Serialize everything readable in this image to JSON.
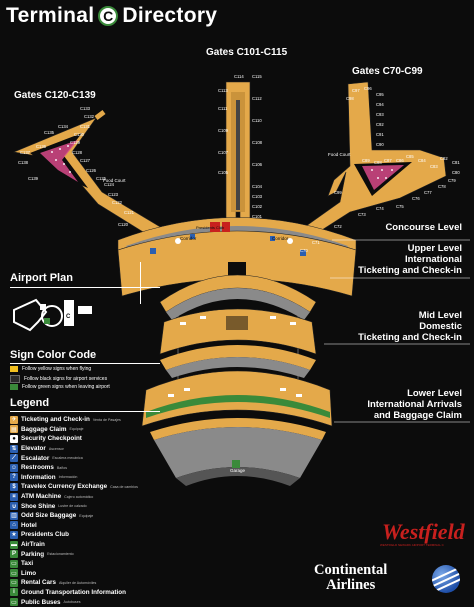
{
  "title": {
    "prefix": "Terminal",
    "badge": "C",
    "suffix": "Directory"
  },
  "colors": {
    "background": "#0c0c0c",
    "terminal": "#e4a94a",
    "gray_area": "#8a8a8a",
    "pink": "#d84a8a",
    "green": "#3a8a3a"
  },
  "gate_groups": [
    {
      "label": "Gates C120-C139"
    },
    {
      "label": "Gates C101-C115"
    },
    {
      "label": "Gates C70-C99"
    }
  ],
  "map_labels": {
    "food_court_left": "Food Court",
    "food_court_right": "Food Court",
    "presidents_club": "Presidents Club",
    "corridor_left": "Corridor",
    "corridor_right": "Corridor",
    "garage": "Garage"
  },
  "gates": {
    "c120": [
      "C120",
      "C121",
      "C122",
      "C123",
      "C124",
      "C125",
      "C126",
      "C127",
      "C128",
      "C129",
      "C130",
      "C131",
      "C132",
      "C133",
      "C134",
      "C135",
      "C136",
      "C137",
      "C138",
      "C139"
    ],
    "c101": [
      "C101",
      "C102",
      "C103",
      "C104",
      "C105",
      "C106",
      "C107",
      "C108",
      "C109",
      "C110",
      "C111",
      "C112",
      "C113",
      "C114",
      "C115"
    ],
    "c70": [
      "C70",
      "C71",
      "C72",
      "C73",
      "C74",
      "C75",
      "C76",
      "C77",
      "C78",
      "C79",
      "C80",
      "C81",
      "C82",
      "C83",
      "C84",
      "C85",
      "C86",
      "C87",
      "C88",
      "C89",
      "C90",
      "C91",
      "C92",
      "C93",
      "C94",
      "C95",
      "C96",
      "C97",
      "C98",
      "C99"
    ]
  },
  "levels": [
    {
      "lines": [
        "Concourse Level"
      ]
    },
    {
      "lines": [
        "Upper Level",
        "International",
        "Ticketing and Check-in"
      ]
    },
    {
      "lines": [
        "Mid Level",
        "Domestic",
        "Ticketing and Check-in"
      ]
    },
    {
      "lines": [
        "Lower Level",
        "International Arrivals",
        "and Baggage Claim"
      ]
    }
  ],
  "airport_plan": {
    "title": "Airport Plan"
  },
  "sign_color_code": {
    "title": "Sign Color Code",
    "items": [
      {
        "label": "Follow yellow signs when flying",
        "color": "#f2c020"
      },
      {
        "label": "Follow black signs for airport services",
        "color": "#2a2a2a"
      },
      {
        "label": "Follow green signs when leaving airport",
        "color": "#3a8a3a"
      }
    ]
  },
  "legend": {
    "title": "Legend",
    "items": [
      {
        "label": "Ticketing and Check-in",
        "sub": "Venta de Pasajes",
        "icon": "ticket-icon",
        "glyph": "✈",
        "color": "#e4a94a"
      },
      {
        "label": "Baggage Claim",
        "sub": "Equipaje",
        "icon": "baggage-claim-icon",
        "glyph": "▤",
        "color": "#e4a94a"
      },
      {
        "label": "Security Checkpoint",
        "sub": "",
        "icon": "security-icon",
        "glyph": "●",
        "color": "#ffffff"
      },
      {
        "label": "Elevator",
        "sub": "Ascensor",
        "icon": "elevator-icon",
        "glyph": "⇅",
        "color": "#2b5fb0"
      },
      {
        "label": "Escalator",
        "sub": "Escalera mecánica",
        "icon": "escalator-icon",
        "glyph": "⟋",
        "color": "#2b5fb0"
      },
      {
        "label": "Restrooms",
        "sub": "Baños",
        "icon": "restroom-icon",
        "glyph": "☺",
        "color": "#2b5fb0"
      },
      {
        "label": "Information",
        "sub": "Información",
        "icon": "information-icon",
        "glyph": "?",
        "color": "#2b5fb0"
      },
      {
        "label": "Travelex Currency Exchange",
        "sub": "Casa de cambios",
        "icon": "currency-icon",
        "glyph": "$",
        "color": "#2b5fb0"
      },
      {
        "label": "ATM Machine",
        "sub": "Cajero automático",
        "icon": "atm-icon",
        "glyph": "¤",
        "color": "#2b5fb0"
      },
      {
        "label": "Shoe Shine",
        "sub": "Lustre de calzado",
        "icon": "shoe-shine-icon",
        "glyph": "∪",
        "color": "#2b5fb0"
      },
      {
        "label": "Odd Size Baggage",
        "sub": "Equipaje",
        "icon": "odd-baggage-icon",
        "glyph": "▥",
        "color": "#2b5fb0"
      },
      {
        "label": "Hotel",
        "sub": "",
        "icon": "hotel-icon",
        "glyph": "⌂",
        "color": "#2b5fb0"
      },
      {
        "label": "Presidents Club",
        "sub": "",
        "icon": "presidents-club-icon",
        "glyph": "★",
        "color": "#2b5fb0"
      },
      {
        "label": "AirTrain",
        "sub": "",
        "icon": "airtrain-icon",
        "glyph": "▬",
        "color": "#3a8a3a"
      },
      {
        "label": "Parking",
        "sub": "Estacionamiento",
        "icon": "parking-icon",
        "glyph": "P",
        "color": "#3a8a3a"
      },
      {
        "label": "Taxi",
        "sub": "",
        "icon": "taxi-icon",
        "glyph": "▭",
        "color": "#3a8a3a"
      },
      {
        "label": "Limo",
        "sub": "",
        "icon": "limo-icon",
        "glyph": "▭",
        "color": "#3a8a3a"
      },
      {
        "label": "Rental Cars",
        "sub": "Alquiler de Automóviles",
        "icon": "rental-car-icon",
        "glyph": "▭",
        "color": "#3a8a3a"
      },
      {
        "label": "Ground Transportation Information",
        "sub": "",
        "icon": "ground-transport-icon",
        "glyph": "i",
        "color": "#3a8a3a"
      },
      {
        "label": "Public Buses",
        "sub": "Autobuses",
        "icon": "bus-icon",
        "glyph": "▭",
        "color": "#3a8a3a"
      }
    ]
  },
  "brands": {
    "westfield": "Westfield",
    "westfield_sub": "WESTFIELD NEWARK AIRPORT TERMINAL C",
    "continental_line1": "Continental",
    "continental_line2": "Airlines"
  }
}
